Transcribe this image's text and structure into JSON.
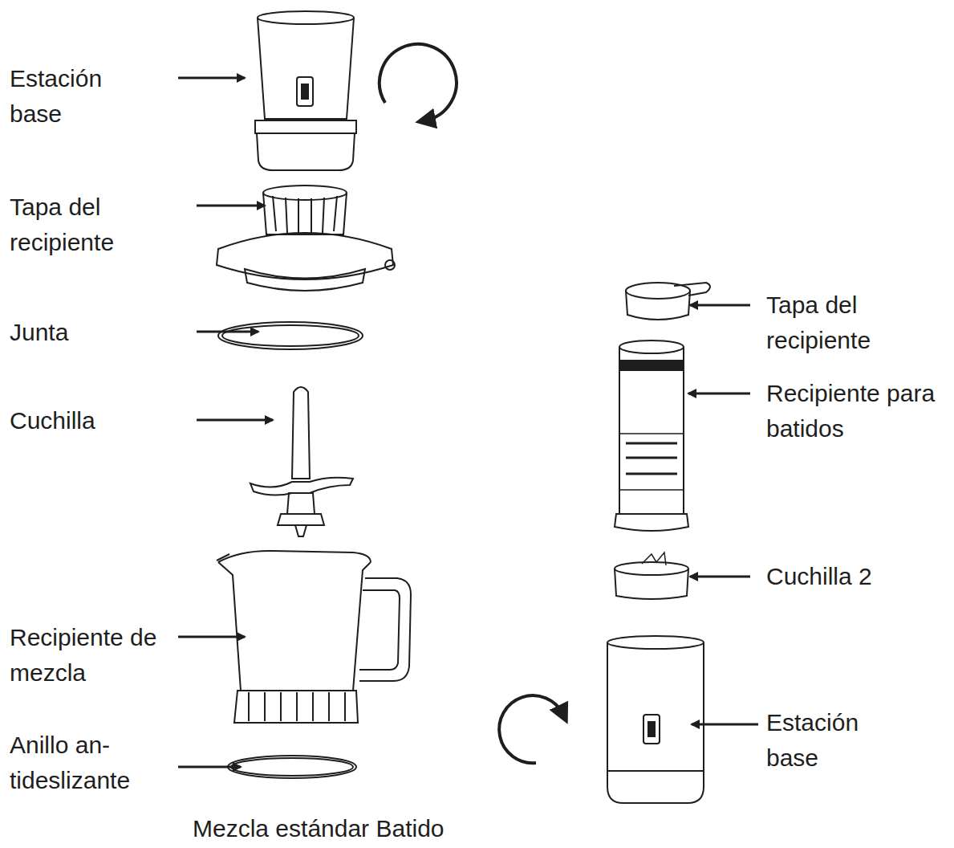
{
  "diagram": {
    "caption": "Mezcla estándar Batido",
    "labels": [
      "Estación base",
      "Tapa del recipiente",
      "Junta",
      "Cuchilla",
      "Recipiente de mezcla",
      "Anillo an-tideslizante",
      "Tapa del recipiente",
      "Recipiente para batidos",
      "Cuchilla 2",
      "Estación base"
    ]
  }
}
